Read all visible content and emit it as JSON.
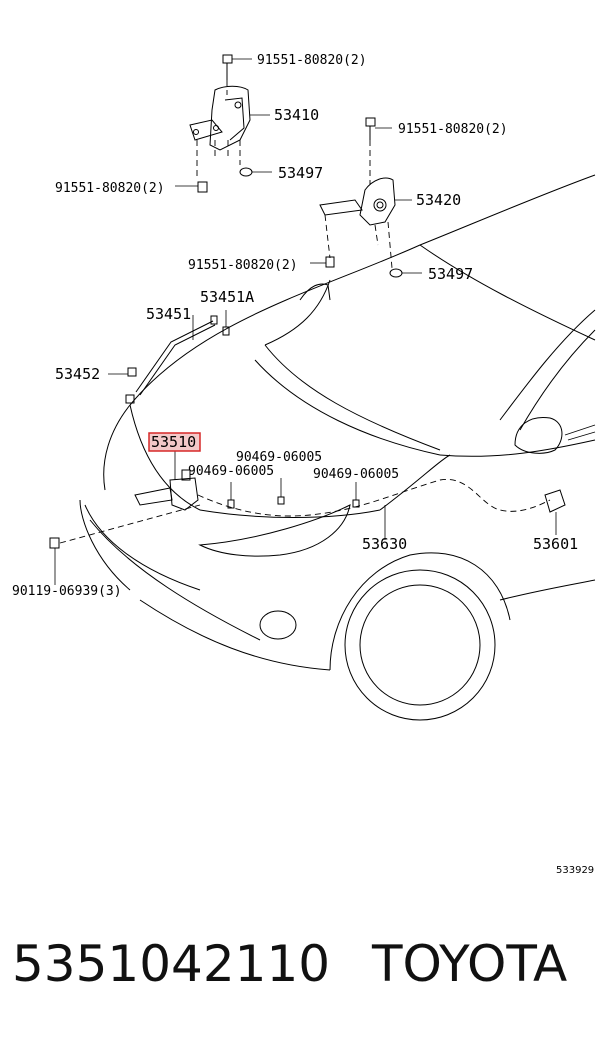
{
  "diagram": {
    "labels": {
      "bolt_top": "91551-80820(2)",
      "hinge_left": "53410",
      "cushion_left": "53497",
      "bolt_left": "91551-80820(2)",
      "bolt_right_top": "91551-80820(2)",
      "hinge_right": "53420",
      "bolt_right_bottom": "91551-80820(2)",
      "cushion_right": "53497",
      "prop_clip": "53451A",
      "prop_rod": "53451",
      "prop_holder": "53452",
      "lock": "53510",
      "clip_a": "90469-06005",
      "clip_b": "90469-06005",
      "clip_c": "90469-06005",
      "cable": "53630",
      "release_lever": "53601",
      "bolt_front": "90119-06939(3)",
      "diagram_code": "533929"
    },
    "highlight_color": "#d62828"
  },
  "footer": {
    "part_number": "5351042110",
    "brand": "TOYOTA"
  }
}
